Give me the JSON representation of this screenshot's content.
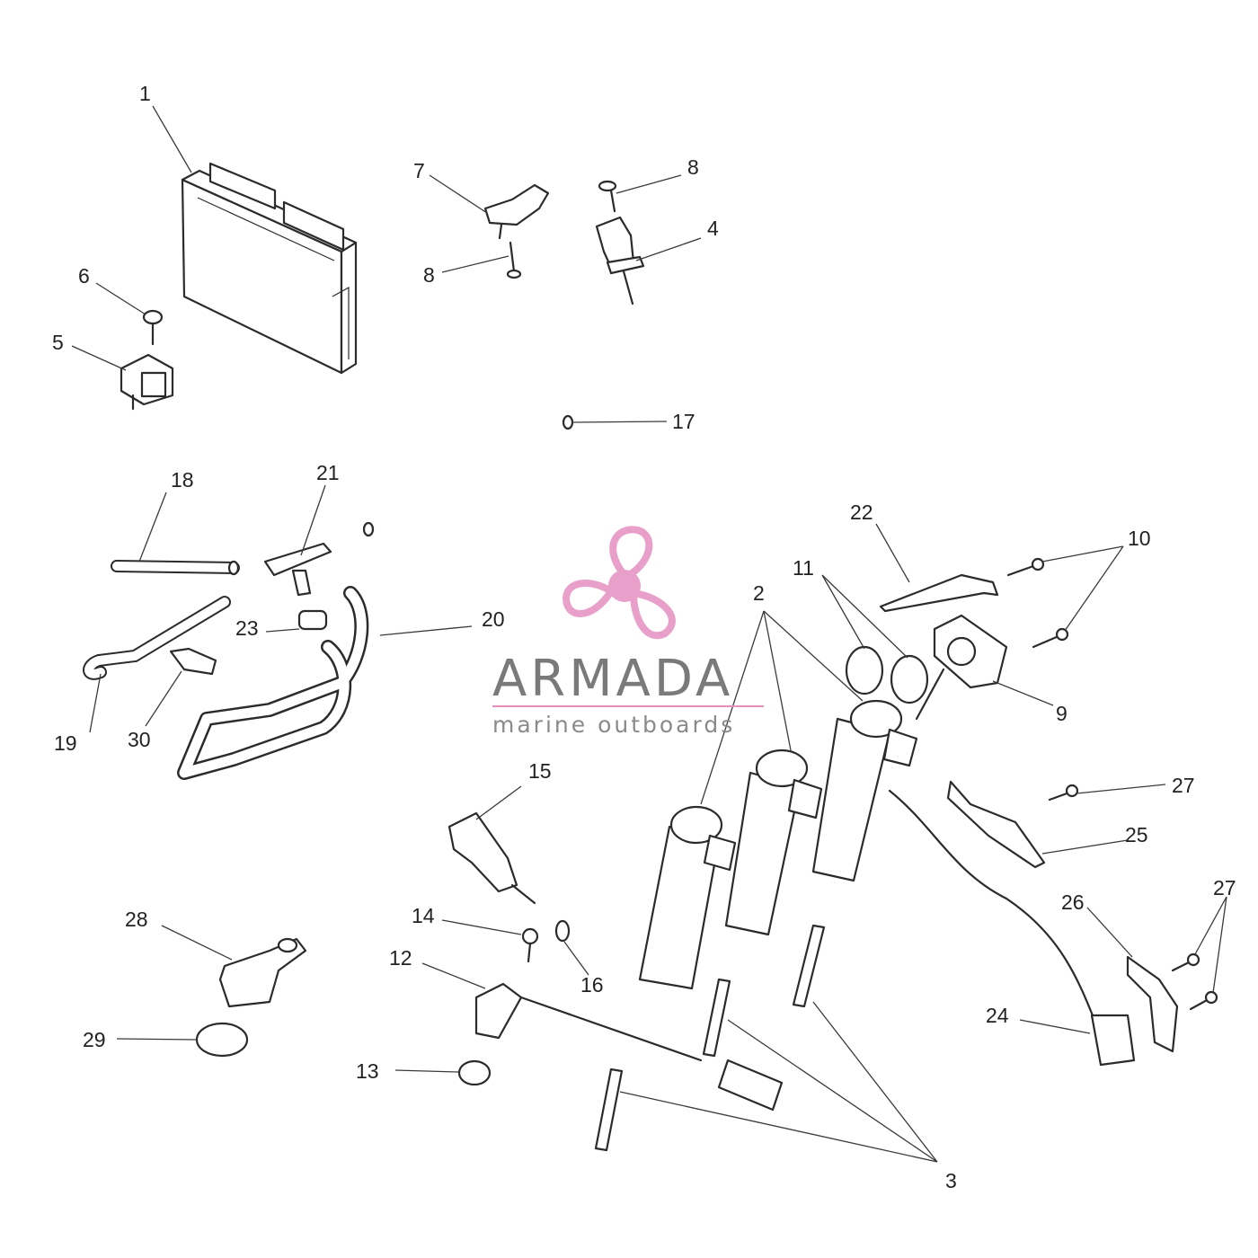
{
  "diagram": {
    "callouts": {
      "c1": "1",
      "c2": "2",
      "c3": "3",
      "c4": "4",
      "c5": "5",
      "c6": "6",
      "c7": "7",
      "c8a": "8",
      "c8b": "8",
      "c9": "9",
      "c10": "10",
      "c11": "11",
      "c12": "12",
      "c13": "13",
      "c14": "14",
      "c15": "15",
      "c16": "16",
      "c17": "17",
      "c18": "18",
      "c19": "19",
      "c20": "20",
      "c21": "21",
      "c22": "22",
      "c23": "23",
      "c24": "24",
      "c25": "25",
      "c26": "26",
      "c27a": "27",
      "c27b": "27",
      "c28": "28",
      "c29": "29",
      "c30": "30"
    }
  },
  "watermark": {
    "brand": "ARMADA",
    "tagline": "marine outboards",
    "accent_color": "#e58fc0",
    "rule_color": "#e58fc0"
  }
}
